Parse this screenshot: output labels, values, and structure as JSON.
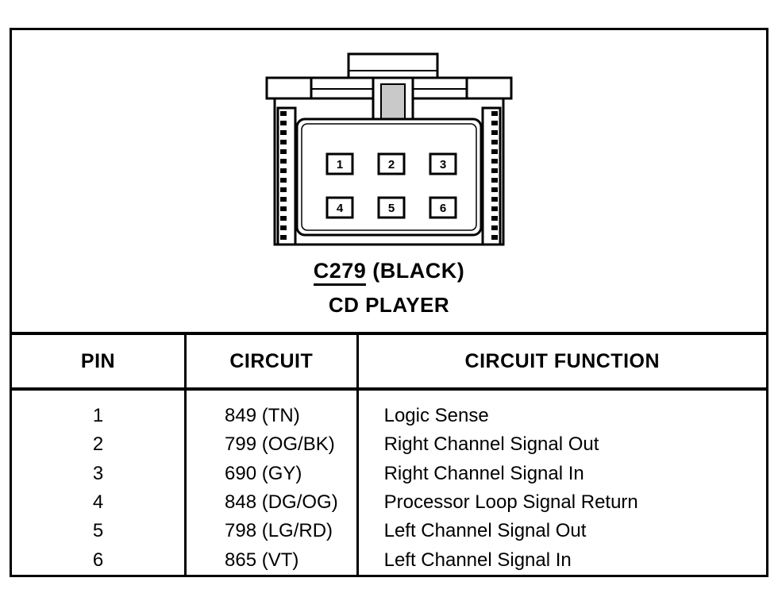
{
  "connector": {
    "id": "C279",
    "color_label": "(BLACK)",
    "device": "CD PLAYER",
    "pins": [
      "1",
      "2",
      "3",
      "4",
      "5",
      "6"
    ]
  },
  "table": {
    "headers": [
      "PIN",
      "CIRCUIT",
      "CIRCUIT FUNCTION"
    ],
    "rows": [
      {
        "pin": "1",
        "circuit": "849 (TN)",
        "function": "Logic Sense"
      },
      {
        "pin": "2",
        "circuit": "799 (OG/BK)",
        "function": "Right Channel Signal Out"
      },
      {
        "pin": "3",
        "circuit": "690 (GY)",
        "function": "Right Channel Signal In"
      },
      {
        "pin": "4",
        "circuit": "848 (DG/OG)",
        "function": "Processor Loop Signal Return"
      },
      {
        "pin": "5",
        "circuit": "798 (LG/RD)",
        "function": "Left Channel Signal Out"
      },
      {
        "pin": "6",
        "circuit": "865 (VT)",
        "function": "Left Channel Signal In"
      }
    ]
  },
  "colors": {
    "ink": "#000000",
    "paper": "#ffffff",
    "channel_shade": "#c9c9c9"
  }
}
